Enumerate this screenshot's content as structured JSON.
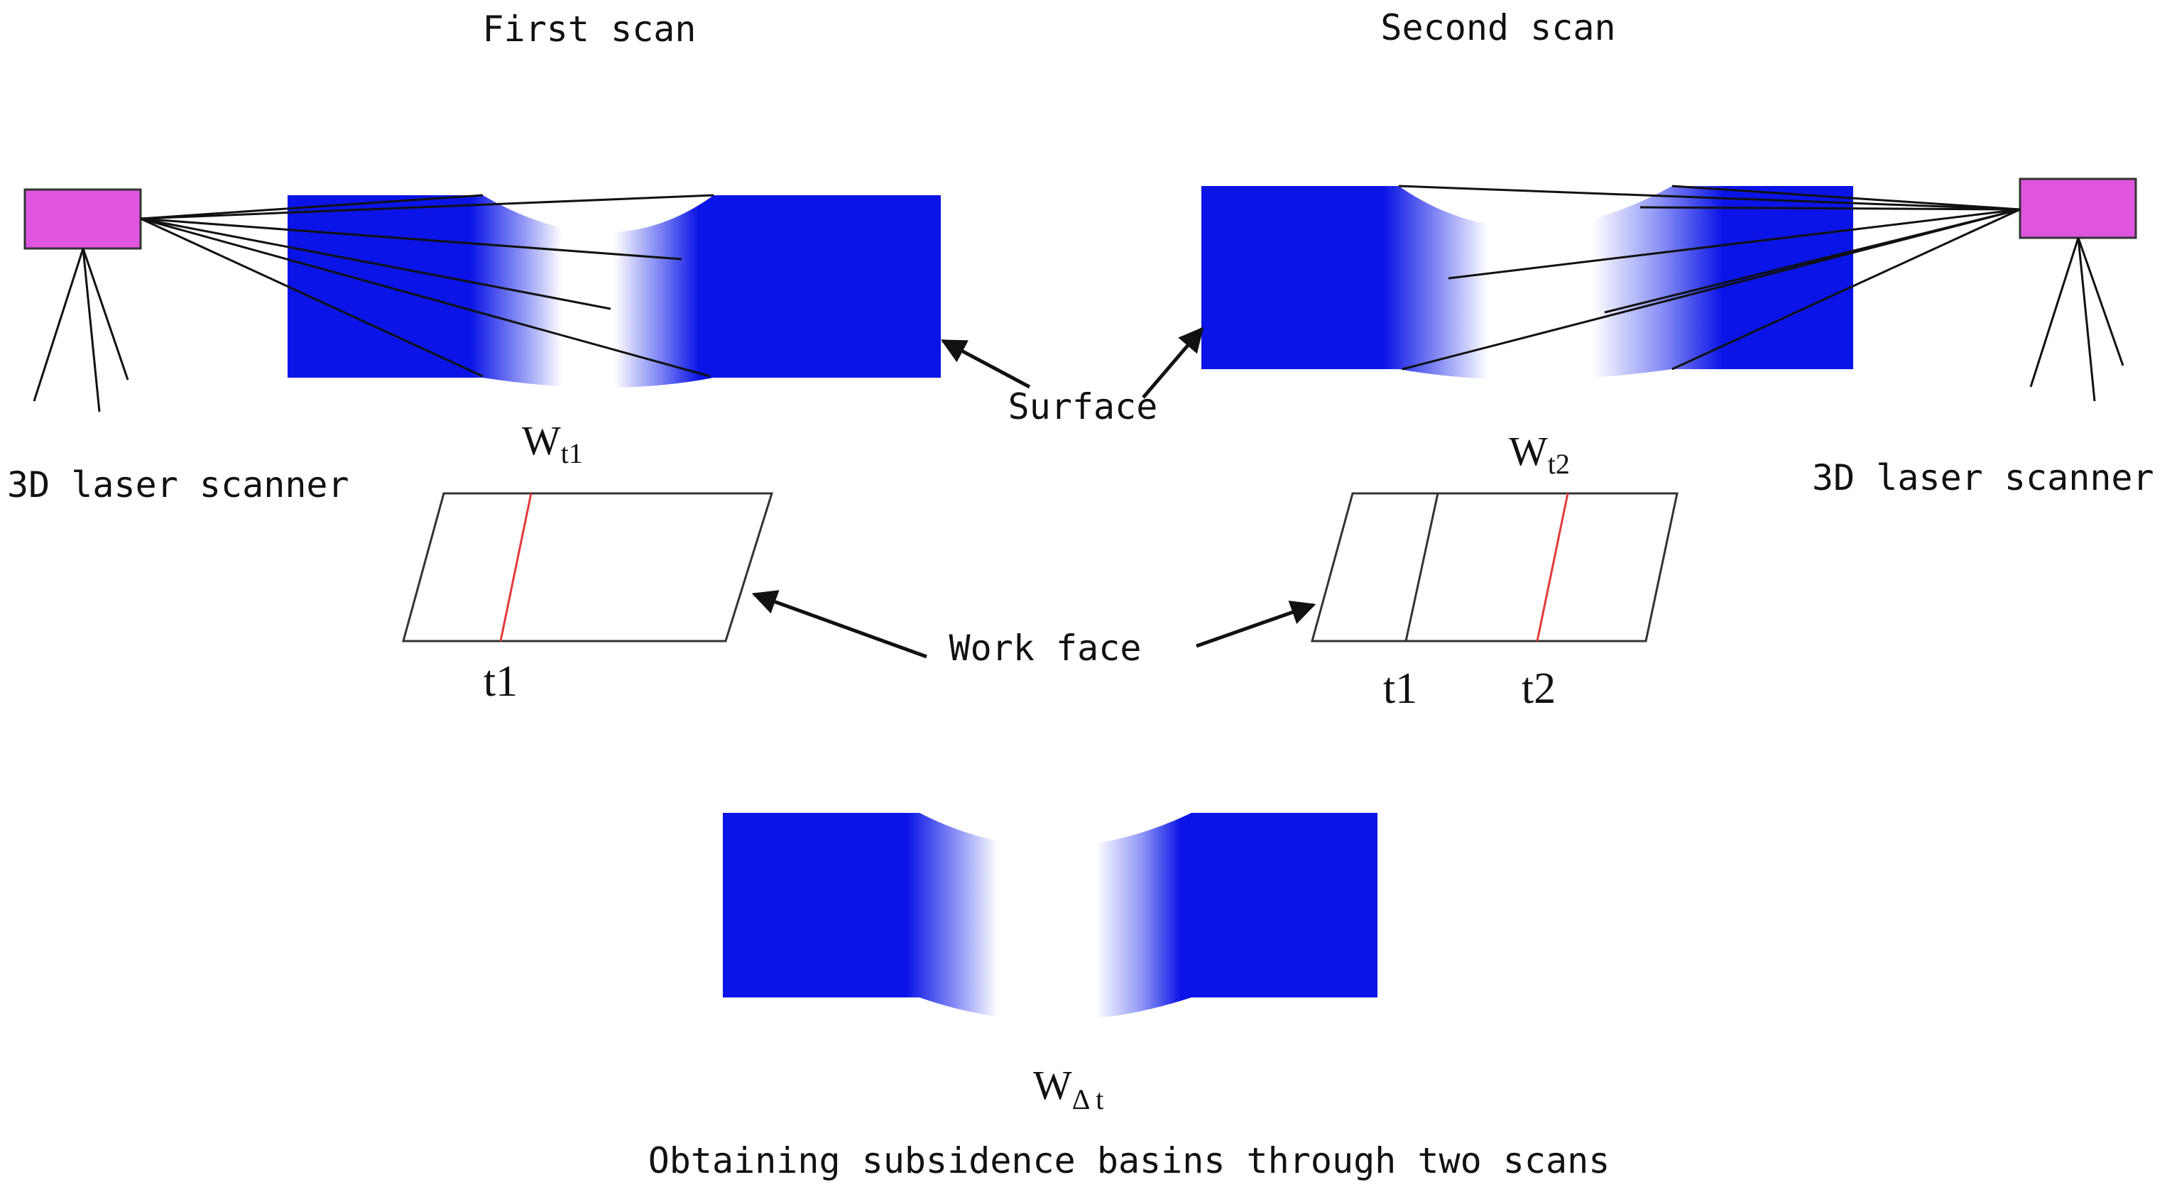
{
  "labels": {
    "first_scan": "First scan",
    "second_scan": "Second scan",
    "scanner_left": "3D laser scanner",
    "scanner_right": "3D laser scanner",
    "surface": "Surface",
    "work_face": "Work face",
    "caption": "Obtaining subsidence basins through two scans"
  },
  "symbols": {
    "w_left": {
      "base": "W",
      "sub": "t1"
    },
    "w_right": {
      "base": "W",
      "sub": "t2"
    },
    "w_bottom": {
      "base": "W",
      "sub": "Δ t"
    },
    "t1_left": "t1",
    "t1_right": "t1",
    "t2_right": "t2"
  },
  "colors": {
    "surface_blue": "#0a14e6",
    "scanner_magenta": "#e055e0",
    "advance_line_red": "#e23a3a",
    "line_black": "#111111"
  }
}
